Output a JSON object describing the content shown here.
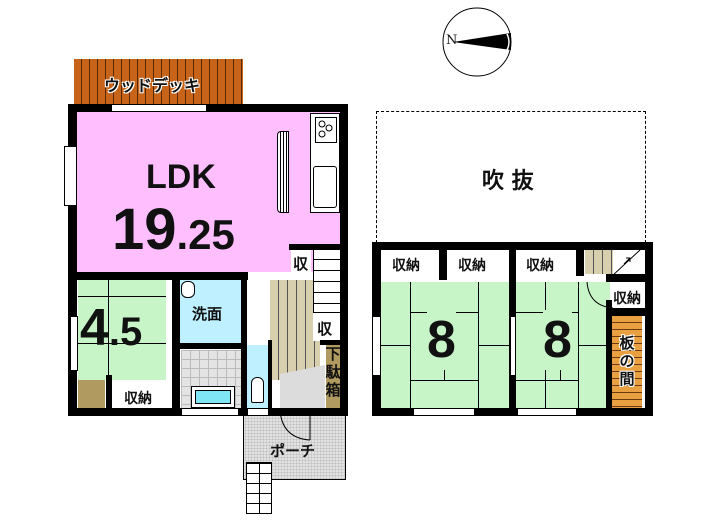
{
  "compass": {
    "north_label": "N",
    "icon": "compass-icon"
  },
  "first_floor": {
    "wood_deck": {
      "label": "ウッドデッキ",
      "color": "#c8641a"
    },
    "ldk": {
      "label": "LDK",
      "size": "19",
      "size_decimal": ".25",
      "color": "#ffbfff"
    },
    "washroom": {
      "label": "洗面",
      "color": "#bff0ff"
    },
    "japanese_room": {
      "size": "4",
      "size_decimal": ".5",
      "color": "#c8f5c8"
    },
    "storage_4_5": {
      "label": "収納"
    },
    "storage_small_1": {
      "label": "収"
    },
    "storage_small_2": {
      "label": "収"
    },
    "shoe_cabinet": {
      "label": "下駄箱"
    },
    "porch": {
      "label": "ポーチ"
    }
  },
  "second_floor": {
    "atrium": {
      "label": "吹 抜"
    },
    "room_left": {
      "size": "8",
      "color": "#c8f5c8"
    },
    "room_right": {
      "size": "8",
      "color": "#c8f5c8"
    },
    "storage_1": {
      "label": "収納"
    },
    "storage_2": {
      "label": "収納"
    },
    "storage_3": {
      "label": "収納"
    },
    "storage_4": {
      "label": "収納"
    },
    "wood_floor_space": {
      "label": "板の間",
      "color": "#e8a040"
    }
  }
}
